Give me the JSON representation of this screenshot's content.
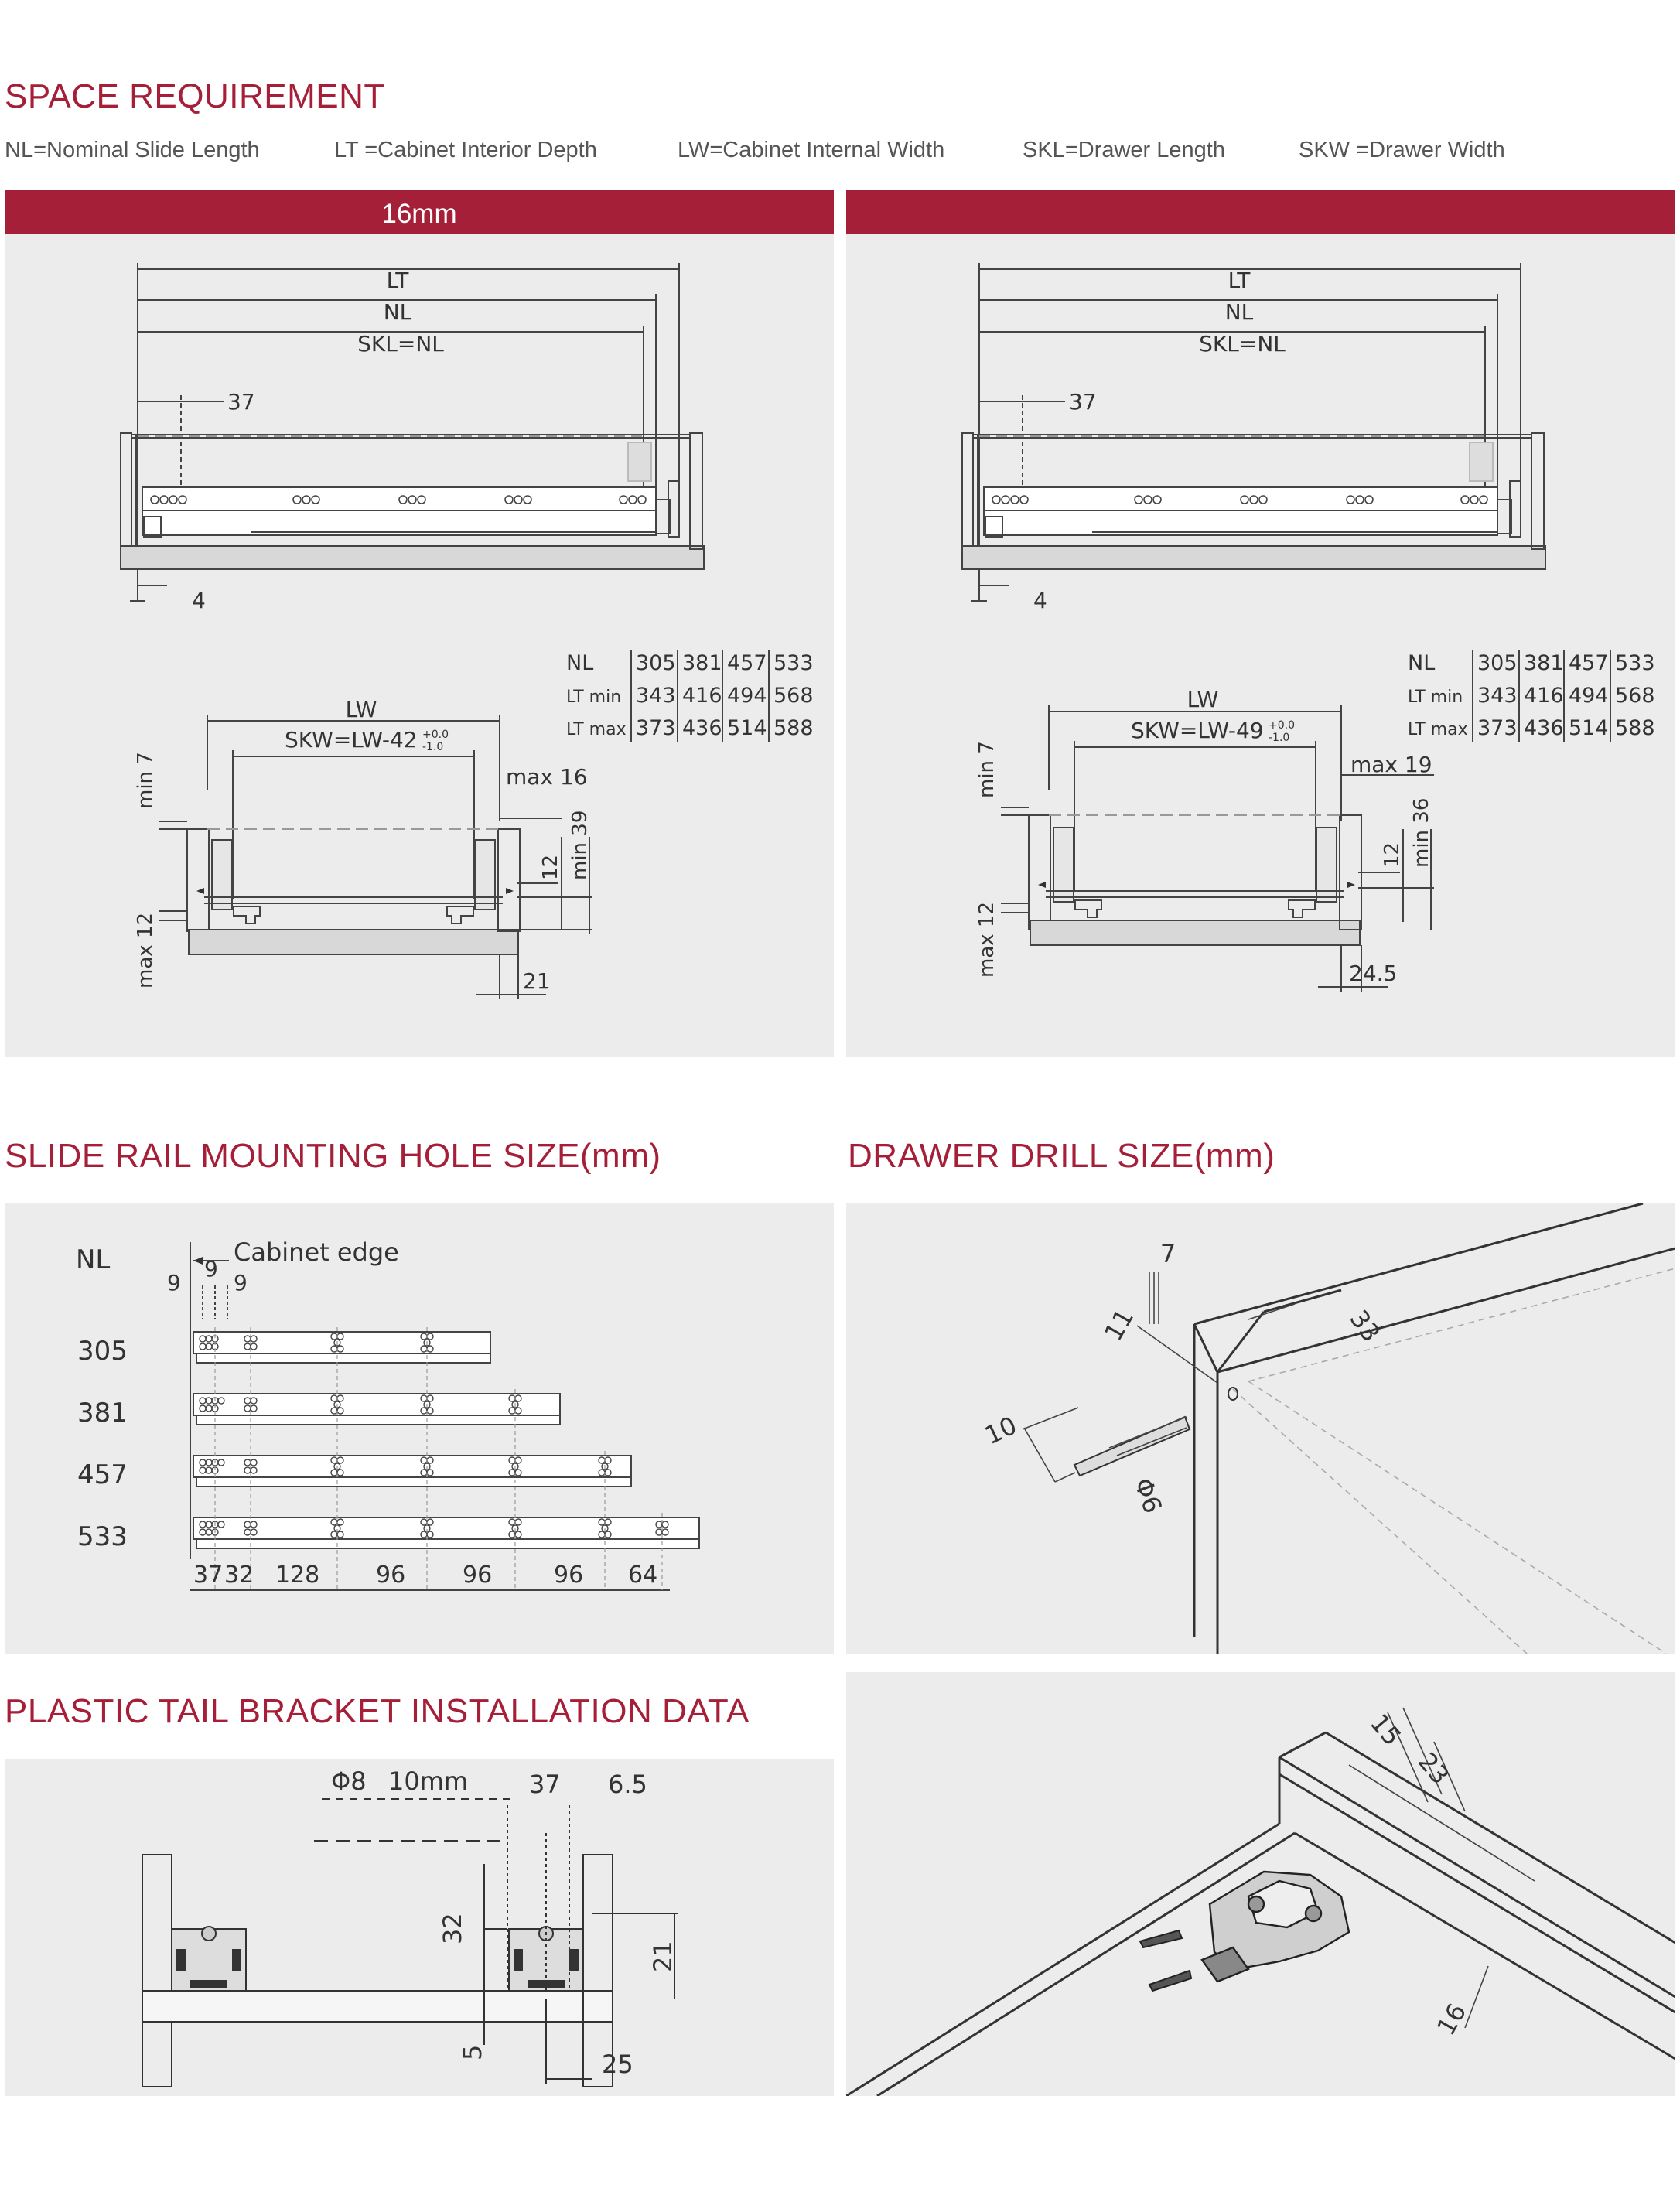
{
  "headings": {
    "space": "SPACE REQUIREMENT",
    "slide": "SLIDE RAIL MOUNTING HOLE SIZE(mm)",
    "drill": "DRAWER DRILL SIZE(mm)",
    "bracket": "PLASTIC TAIL BRACKET INSTALLATION DATA"
  },
  "legend": [
    "NL=Nominal Slide Length",
    "LT =Cabinet Interior Depth",
    "LW=Cabinet Internal Width",
    "SKL=Drawer Length",
    "SKW =Drawer Width"
  ],
  "bars": {
    "left": "16mm",
    "right": ""
  },
  "colors": {
    "accent": "#a61f38",
    "panel": "#ececec",
    "line": "#444444"
  },
  "space_left": {
    "lt": "LT",
    "nl": "NL",
    "skl": "SKL=NL",
    "d37": "37",
    "d4": "4",
    "table": [
      [
        "NL",
        "305",
        "381",
        "457",
        "533"
      ],
      [
        "LT min",
        "343",
        "416",
        "494",
        "568"
      ],
      [
        "LT max",
        "373",
        "436",
        "514",
        "588"
      ]
    ],
    "lw": "LW",
    "skw": "SKW=LW-42",
    "tol_up": "+0.0",
    "tol_dn": "-1.0",
    "max_side": "max 16",
    "min7": "min 7",
    "max12": "max 12",
    "d12": "12",
    "min_h": "min 39",
    "bottom": "21"
  },
  "space_right": {
    "lt": "LT",
    "nl": "NL",
    "skl": "SKL=NL",
    "d37": "37",
    "d4": "4",
    "table": [
      [
        "NL",
        "305",
        "381",
        "457",
        "533"
      ],
      [
        "LT min",
        "343",
        "416",
        "494",
        "568"
      ],
      [
        "LT max",
        "373",
        "436",
        "514",
        "588"
      ]
    ],
    "lw": "LW",
    "skw": "SKW=LW-49",
    "tol_up": "+0.0",
    "tol_dn": "-1.0",
    "max_side": "max 19",
    "min7": "min 7",
    "max12": "max 12",
    "d12": "12",
    "min_h": "min 36",
    "bottom": "24.5"
  },
  "slide": {
    "nl_label": "NL",
    "cabinet_edge": "Cabinet edge",
    "d9a": "9",
    "d9b": "9",
    "d9c": "9",
    "rails": [
      "305",
      "381",
      "457",
      "533"
    ],
    "bottom_dims": [
      "37",
      "32",
      "128",
      "96",
      "96",
      "96",
      "64"
    ]
  },
  "drill": {
    "d7": "7",
    "d11": "11",
    "d33": "33",
    "d10": "10",
    "phi6": "Φ6"
  },
  "bracket": {
    "phi8": "Φ8",
    "mm10": "10mm",
    "d37": "37",
    "d65": "6.5",
    "d32": "32",
    "d21": "21",
    "d5": "5",
    "d25": "25"
  },
  "drill2": {
    "d15": "15",
    "d23": "23",
    "d16": "16"
  }
}
